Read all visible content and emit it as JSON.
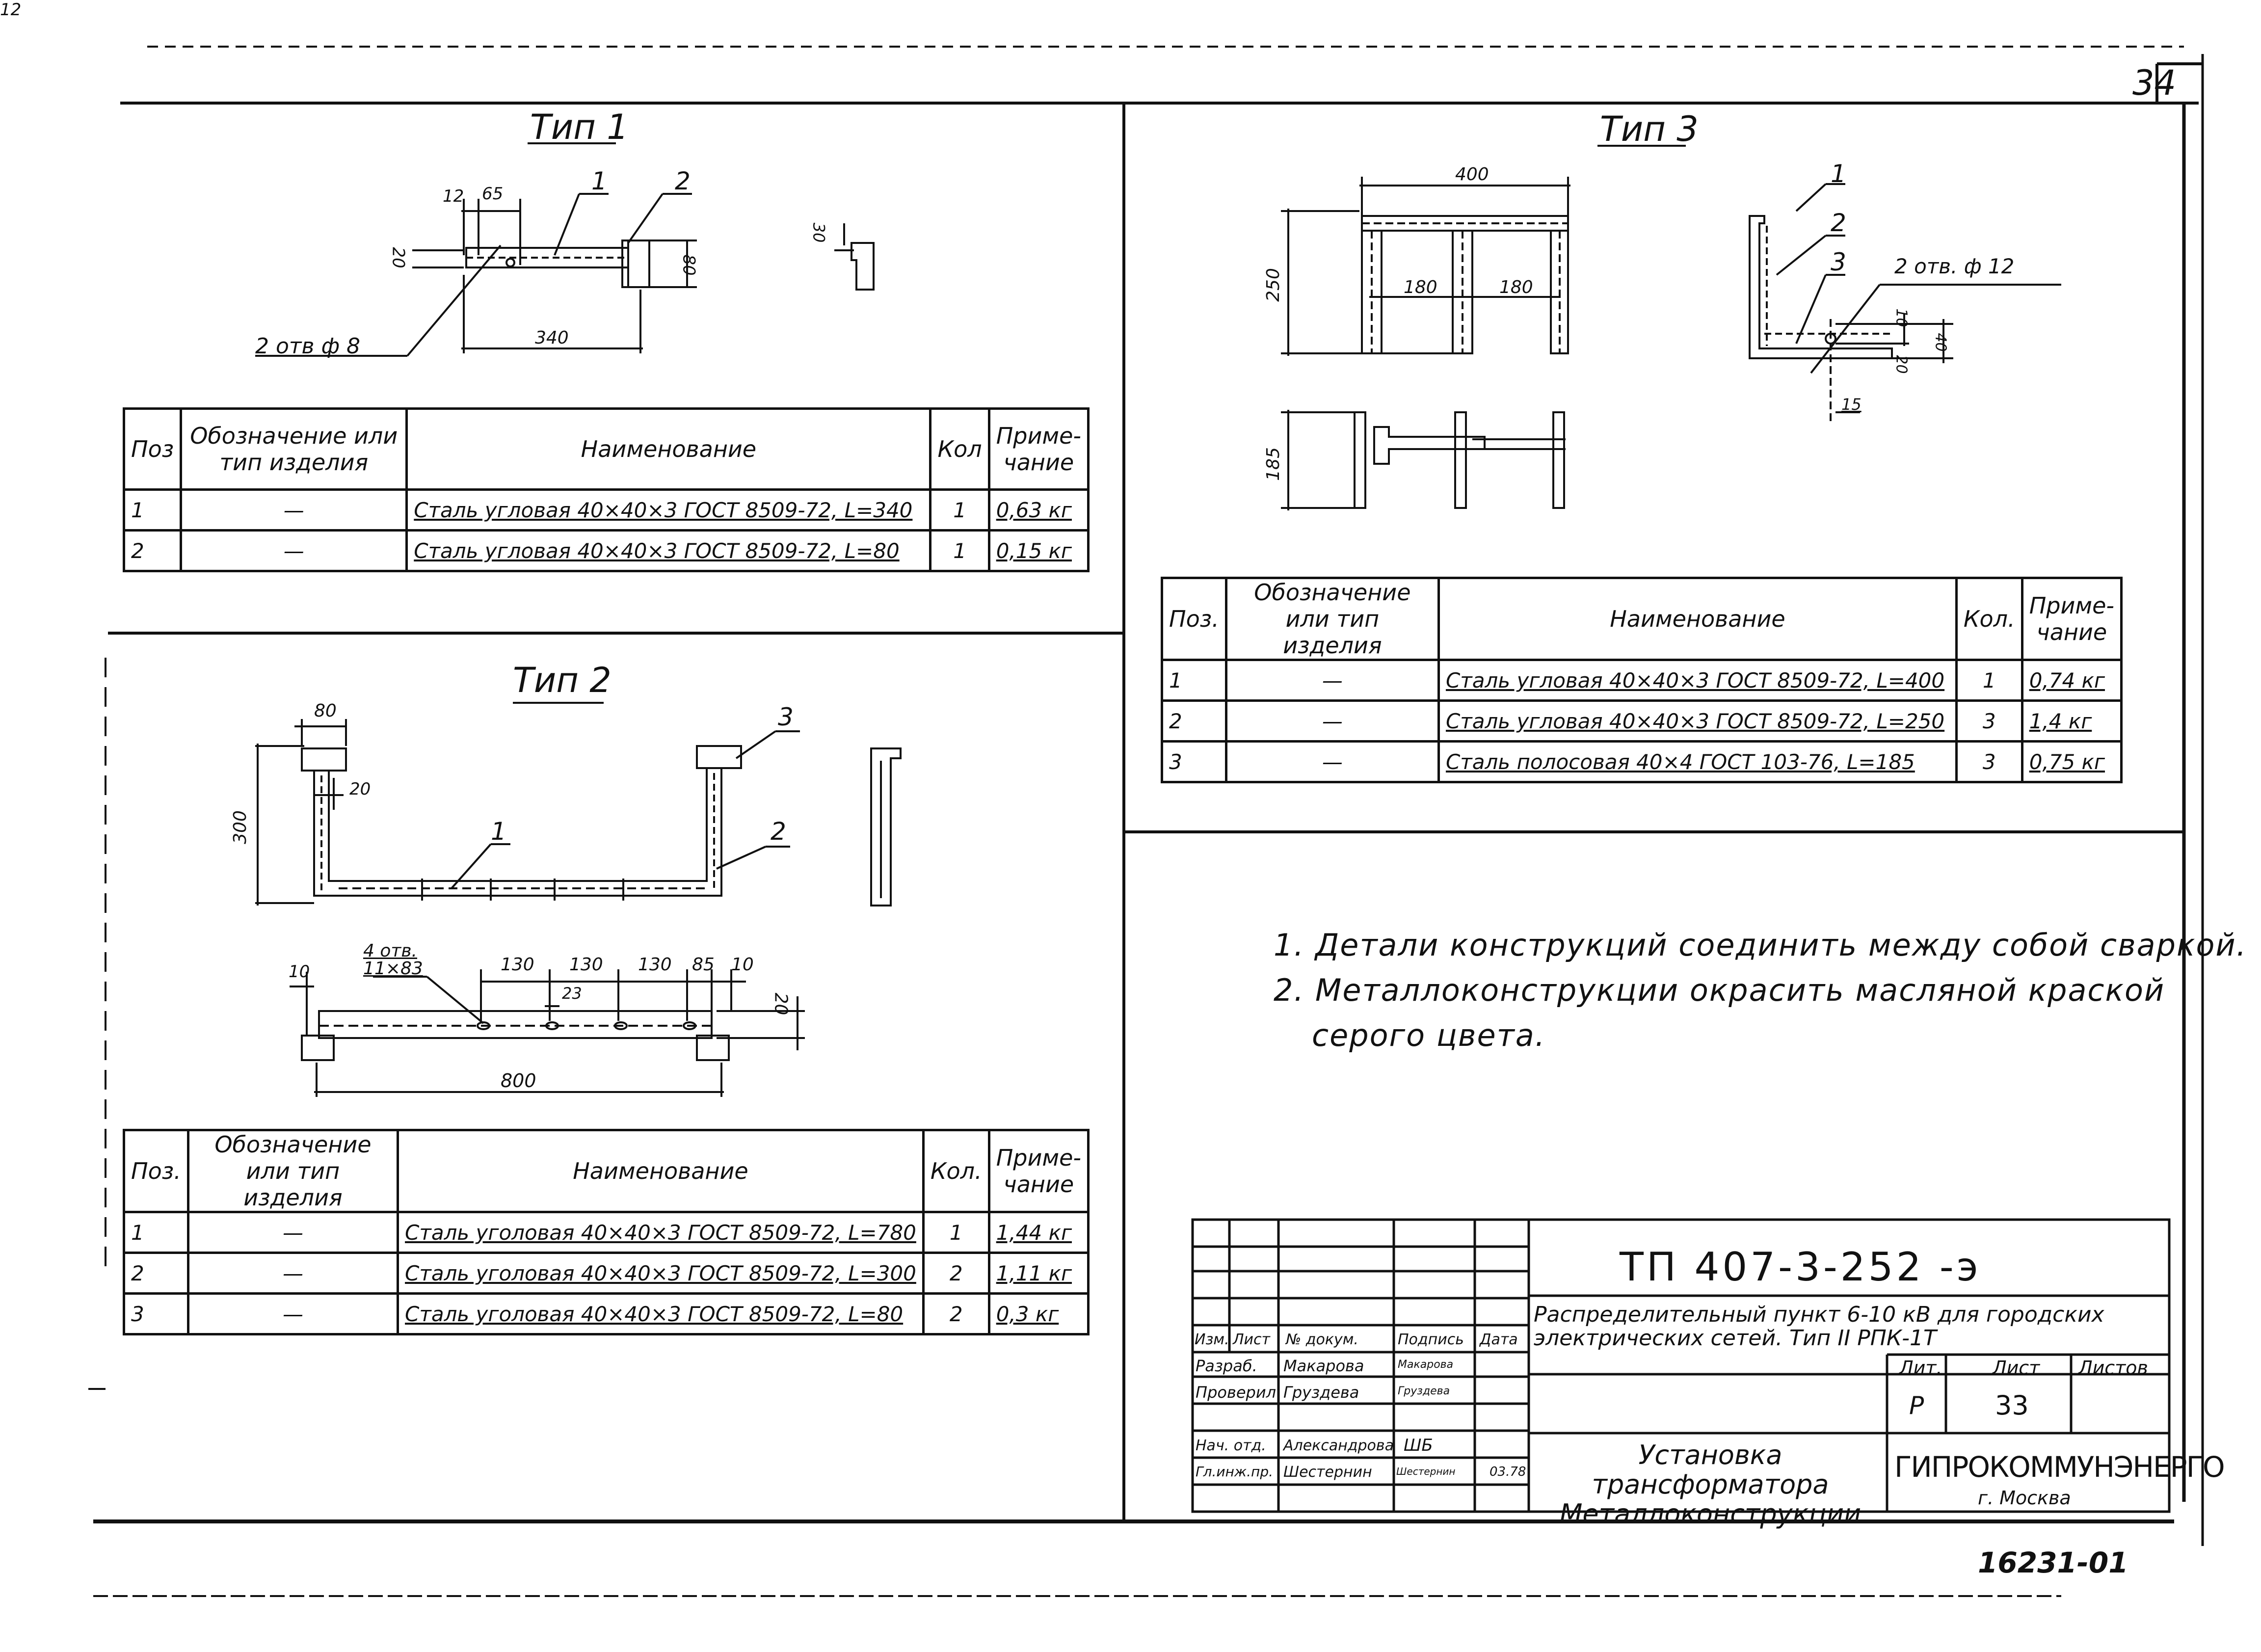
{
  "page_number": "34",
  "bottom_mark": "16231-01",
  "tip1": {
    "title": "Тип 1",
    "dims": [
      "12",
      "65",
      "20",
      "80",
      "340",
      "30"
    ],
    "leaders": [
      "1",
      "2"
    ],
    "hole_note": "2 отв ф 8",
    "headers": [
      "Поз",
      "Обозначение или тип изделия",
      "Наименование",
      "Кол",
      "Приме- чание"
    ],
    "rows": [
      {
        "pos": "1",
        "designation": "—",
        "name": "Сталь угловая 40×40×3 ГОСТ 8509-72, L=340",
        "qty": "1",
        "note": "0,63 кг"
      },
      {
        "pos": "2",
        "designation": "—",
        "name": "Сталь угловая 40×40×3 ГОСТ 8509-72, L=80",
        "qty": "1",
        "note": "0,15 кг"
      }
    ]
  },
  "tip2": {
    "title": "Тип 2",
    "dims": [
      "80",
      "300",
      "20",
      "10",
      "130",
      "130",
      "130",
      "85",
      "10",
      "20",
      "23",
      "800"
    ],
    "hole_note": "4 отв. 11×83",
    "leaders": [
      "1",
      "2",
      "3"
    ],
    "headers": [
      "Поз.",
      "Обозначение или тип изделия",
      "Наименование",
      "Кол.",
      "Приме- чание"
    ],
    "rows": [
      {
        "pos": "1",
        "designation": "—",
        "name": "Сталь уголовая 40×40×3 ГОСТ 8509-72, L=780",
        "qty": "1",
        "note": "1,44 кг"
      },
      {
        "pos": "2",
        "designation": "—",
        "name": "Сталь уголовая 40×40×3 ГОСТ 8509-72, L=300",
        "qty": "2",
        "note": "1,11 кг"
      },
      {
        "pos": "3",
        "designation": "—",
        "name": "Сталь уголовая 40×40×3 ГОСТ 8509-72, L=80",
        "qty": "2",
        "note": "0,3 кг"
      }
    ]
  },
  "tip3": {
    "title": "Тип 3",
    "dims": [
      "400",
      "250",
      "180",
      "180",
      "185",
      "10",
      "40",
      "20",
      "15"
    ],
    "hole_note": "2 отв. ф 12",
    "leaders": [
      "1",
      "2",
      "3"
    ],
    "headers": [
      "Поз.",
      "Обозначение или тип изделия",
      "Наименование",
      "Кол.",
      "Приме- чание"
    ],
    "rows": [
      {
        "pos": "1",
        "designation": "—",
        "name": "Сталь угловая 40×40×3 ГОСТ 8509-72, L=400",
        "qty": "1",
        "note": "0,74 кг"
      },
      {
        "pos": "2",
        "designation": "—",
        "name": "Сталь угловая 40×40×3 ГОСТ 8509-72, L=250",
        "qty": "3",
        "note": "1,4 кг"
      },
      {
        "pos": "3",
        "designation": "—",
        "name": "Сталь полосовая 40×4 ГОСТ 103-76, L=185",
        "qty": "3",
        "note": "0,75 кг"
      }
    ]
  },
  "notes": [
    "1. Детали конструкций соединить между собой сваркой.",
    "2. Металлоконструкции окрасить масляной краской",
    "серого цвета."
  ],
  "title_block": {
    "doc_code": "ТП 407-3-252 -э",
    "project": "Распределительный пункт 6-10 кВ для городских электрических сетей. Тип II РПК-1Т",
    "col_headers": [
      "Изм.",
      "Лист",
      "№ докум.",
      "Подпись",
      "Дата"
    ],
    "people": [
      {
        "role": "Разраб.",
        "name": "Макарова",
        "signature": "Макарова"
      },
      {
        "role": "Проверил",
        "name": "Груздева",
        "signature": "Груздева"
      },
      {
        "role": "Нач. отд.",
        "name": "Александрова",
        "signature": "ШБ"
      },
      {
        "role": "Гл.инж.пр.",
        "name": "Шестернин",
        "signature": "Шестернин",
        "date": "03.78"
      }
    ],
    "lit_label": "Лит.",
    "sheet_label": "Лист",
    "sheets_label": "Листов",
    "lit_value": "Р",
    "sheet_value": "33",
    "drawing_title": "Установка трансформатора Металлоконструкции",
    "org": "ГИПРОКОММУНЭНЕРГО",
    "city": "г. Москва"
  }
}
